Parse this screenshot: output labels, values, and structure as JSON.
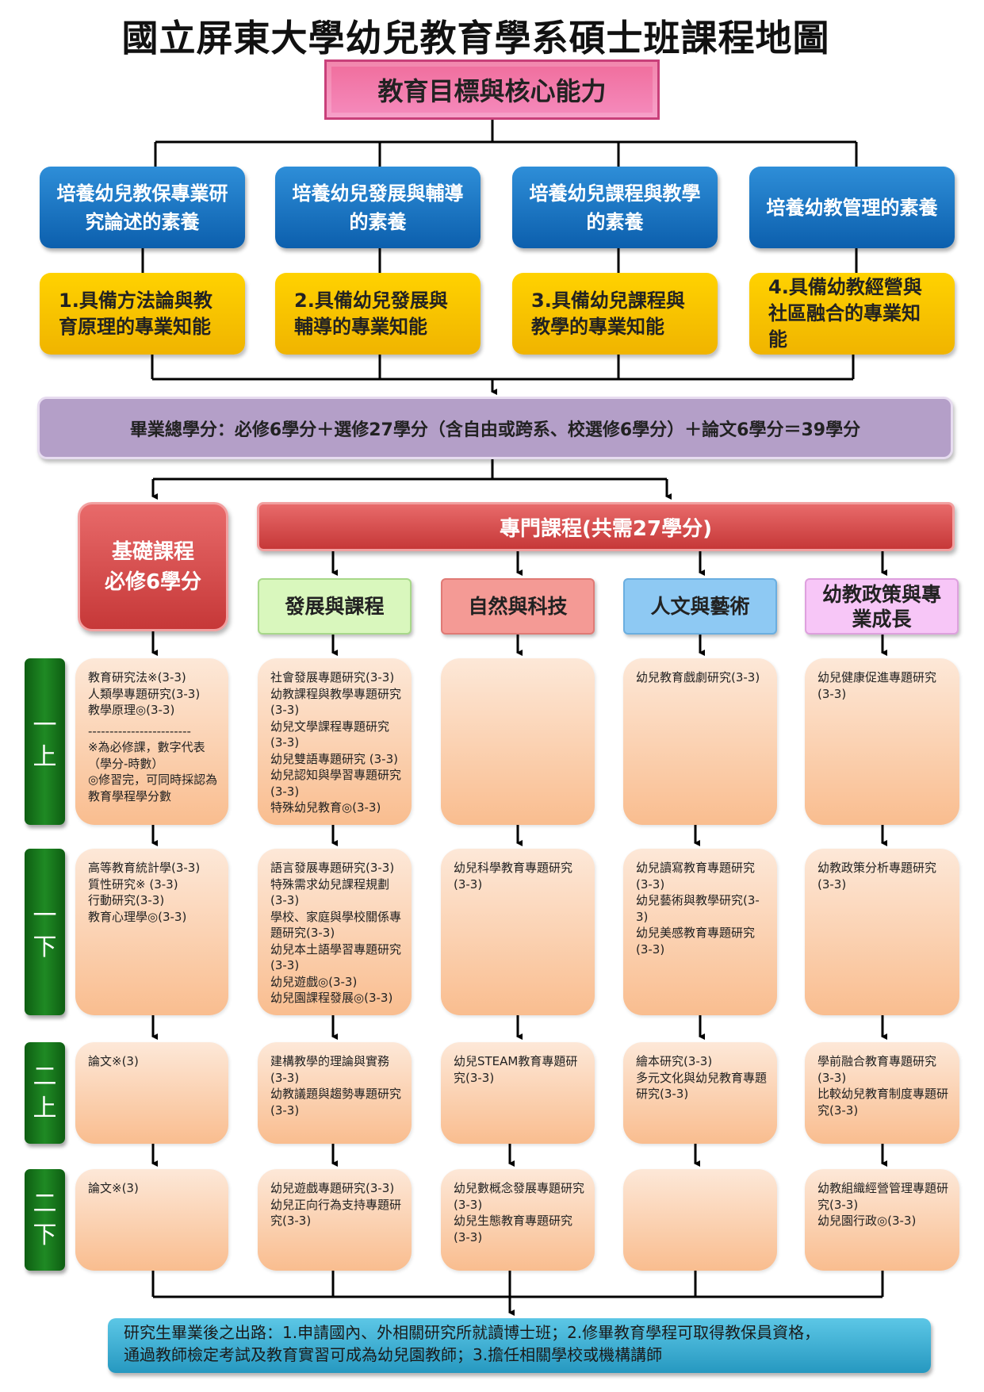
{
  "title": "國立屏東大學幼兒教育學系碩士班課程地圖",
  "goal": "教育目標與核心能力",
  "literacies": [
    "培養幼兒教保專業研究論述的素養",
    "培養幼兒發展與輔導的素養",
    "培養幼兒課程與教學的素養",
    "培養幼教管理的素養"
  ],
  "competencies": [
    "1.具備方法論與教育原理的專業知能",
    "2.具備幼兒發展與輔導的專業知能",
    "3.具備幼兒課程與教學的專業知能",
    "4.具備幼教經營與社區融合的專業知能"
  ],
  "credits": "畢業總學分：必修6學分＋選修27學分（含自由或跨系、校選修6學分）＋論文6學分＝39學分",
  "basic": {
    "line1": "基礎課程",
    "line2": "必修6學分"
  },
  "specialized": "專門課程(共需27學分)",
  "categories": [
    "發展與課程",
    "自然與科技",
    "人文與藝術",
    "幼教政策與專業成長"
  ],
  "semesters": [
    [
      "一",
      "上"
    ],
    [
      "一",
      "下"
    ],
    [
      "二",
      "上"
    ],
    [
      "二",
      "下"
    ]
  ],
  "legend": {
    "separator": "------------------------",
    "lines": [
      "※為必修課，數字代表（學分-時數）",
      "◎修習完，可同時採認為教育學程學分數"
    ]
  },
  "courses": [
    [
      [
        "教育研究法※(3-3)",
        "人類學專題研究(3-3)",
        "教學原理◎(3-3)"
      ],
      [
        "社會發展專題研究(3-3)",
        "幼教課程與教學專題研究(3-3)",
        "幼兒文學課程專題研究(3-3)",
        "幼兒雙語專題研究 (3-3)",
        "幼兒認知與學習專題研究(3-3)",
        "特殊幼兒教育◎(3-3)"
      ],
      [],
      [
        "幼兒教育戲劇研究(3-3)"
      ],
      [
        "幼兒健康促進專題研究(3-3)"
      ]
    ],
    [
      [
        "高等教育統計學(3-3)",
        "質性研究※ (3-3)",
        "行動研究(3-3)",
        "教育心理學◎(3-3)"
      ],
      [
        "語言發展專題研究(3-3)",
        "特殊需求幼兒課程規劃(3-3)",
        "學校、家庭與學校關係專題研究(3-3)",
        "幼兒本土語學習專題研究(3-3)",
        "幼兒遊戲◎(3-3)",
        "幼兒園課程發展◎(3-3)"
      ],
      [
        "幼兒科學教育專題研究(3-3)"
      ],
      [
        "幼兒讀寫教育專題研究(3-3)",
        "幼兒藝術與教學研究(3-3)",
        "幼兒美感教育專題研究(3-3)"
      ],
      [
        "幼教政策分析專題研究(3-3)"
      ]
    ],
    [
      [
        "論文※(3)"
      ],
      [
        "建構教學的理論與實務(3-3)",
        "幼教議題與趨勢專題研究(3-3)"
      ],
      [
        "幼兒STEAM教育專題研究(3-3)"
      ],
      [
        "繪本研究(3-3)",
        "多元文化與幼兒教育專題研究(3-3)"
      ],
      [
        "學前融合教育專題研究(3-3)",
        "比較幼兒教育制度專題研究(3-3)"
      ]
    ],
    [
      [
        "論文※(3)"
      ],
      [
        "幼兒遊戲專題研究(3-3)",
        "幼兒正向行為支持專題研究(3-3)"
      ],
      [
        "幼兒數概念發展專題研究(3-3)",
        "幼兒生態教育專題研究(3-3)"
      ],
      [],
      [
        "幼教組織經營管理專題研究(3-3)",
        "幼兒園行政◎(3-3)"
      ]
    ]
  ],
  "outcome": {
    "line1": "研究生畢業後之出路：1.申請國內、外相關研究所就讀博士班；2.修畢教育學程可取得教保員資格，",
    "line2": "通過教師檢定考試及教育實習可成為幼兒園教師；3.擔任相關學校或機構講師"
  },
  "colors": {
    "goal": "#f06d9c",
    "literacy": "#1a74c4",
    "competency": "#f5c400",
    "credits": "#b49fc8",
    "red": "#d9534f",
    "semester": "#16731a",
    "course": "#fbd0b0",
    "outcome": "#3aaed4",
    "cat1": "#d9f7bd",
    "cat2": "#f49a95",
    "cat3": "#8ec9f3",
    "cat4": "#f7c6f7"
  }
}
